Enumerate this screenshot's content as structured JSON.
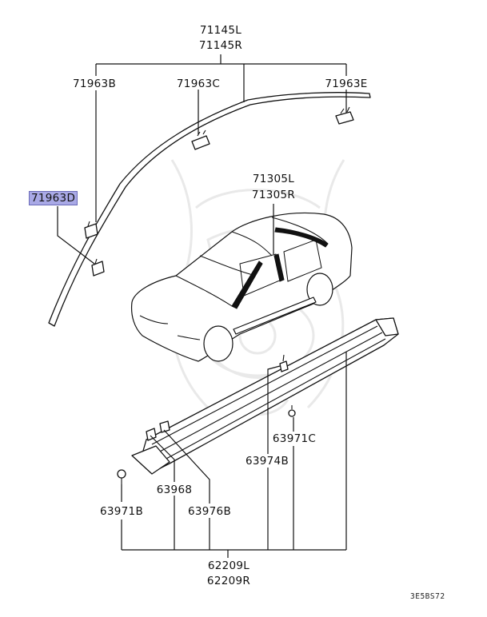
{
  "labels": {
    "p71145": [
      "71145L",
      "71145R"
    ],
    "p71963b": "71963B",
    "p71963c": "71963C",
    "p71963e": "71963E",
    "p71963d": "71963D",
    "p71305": [
      "71305L",
      "71305R"
    ],
    "p63971c": "63971C",
    "p63974b": "63974B",
    "p63968": "63968",
    "p63976b": "63976B",
    "p63971b": "63971B",
    "p62209": [
      "62209L",
      "62209R"
    ]
  },
  "highlighted_part": "71963D",
  "highlight_color": "#a9a9e6",
  "diagram_code": "3E5BS72"
}
